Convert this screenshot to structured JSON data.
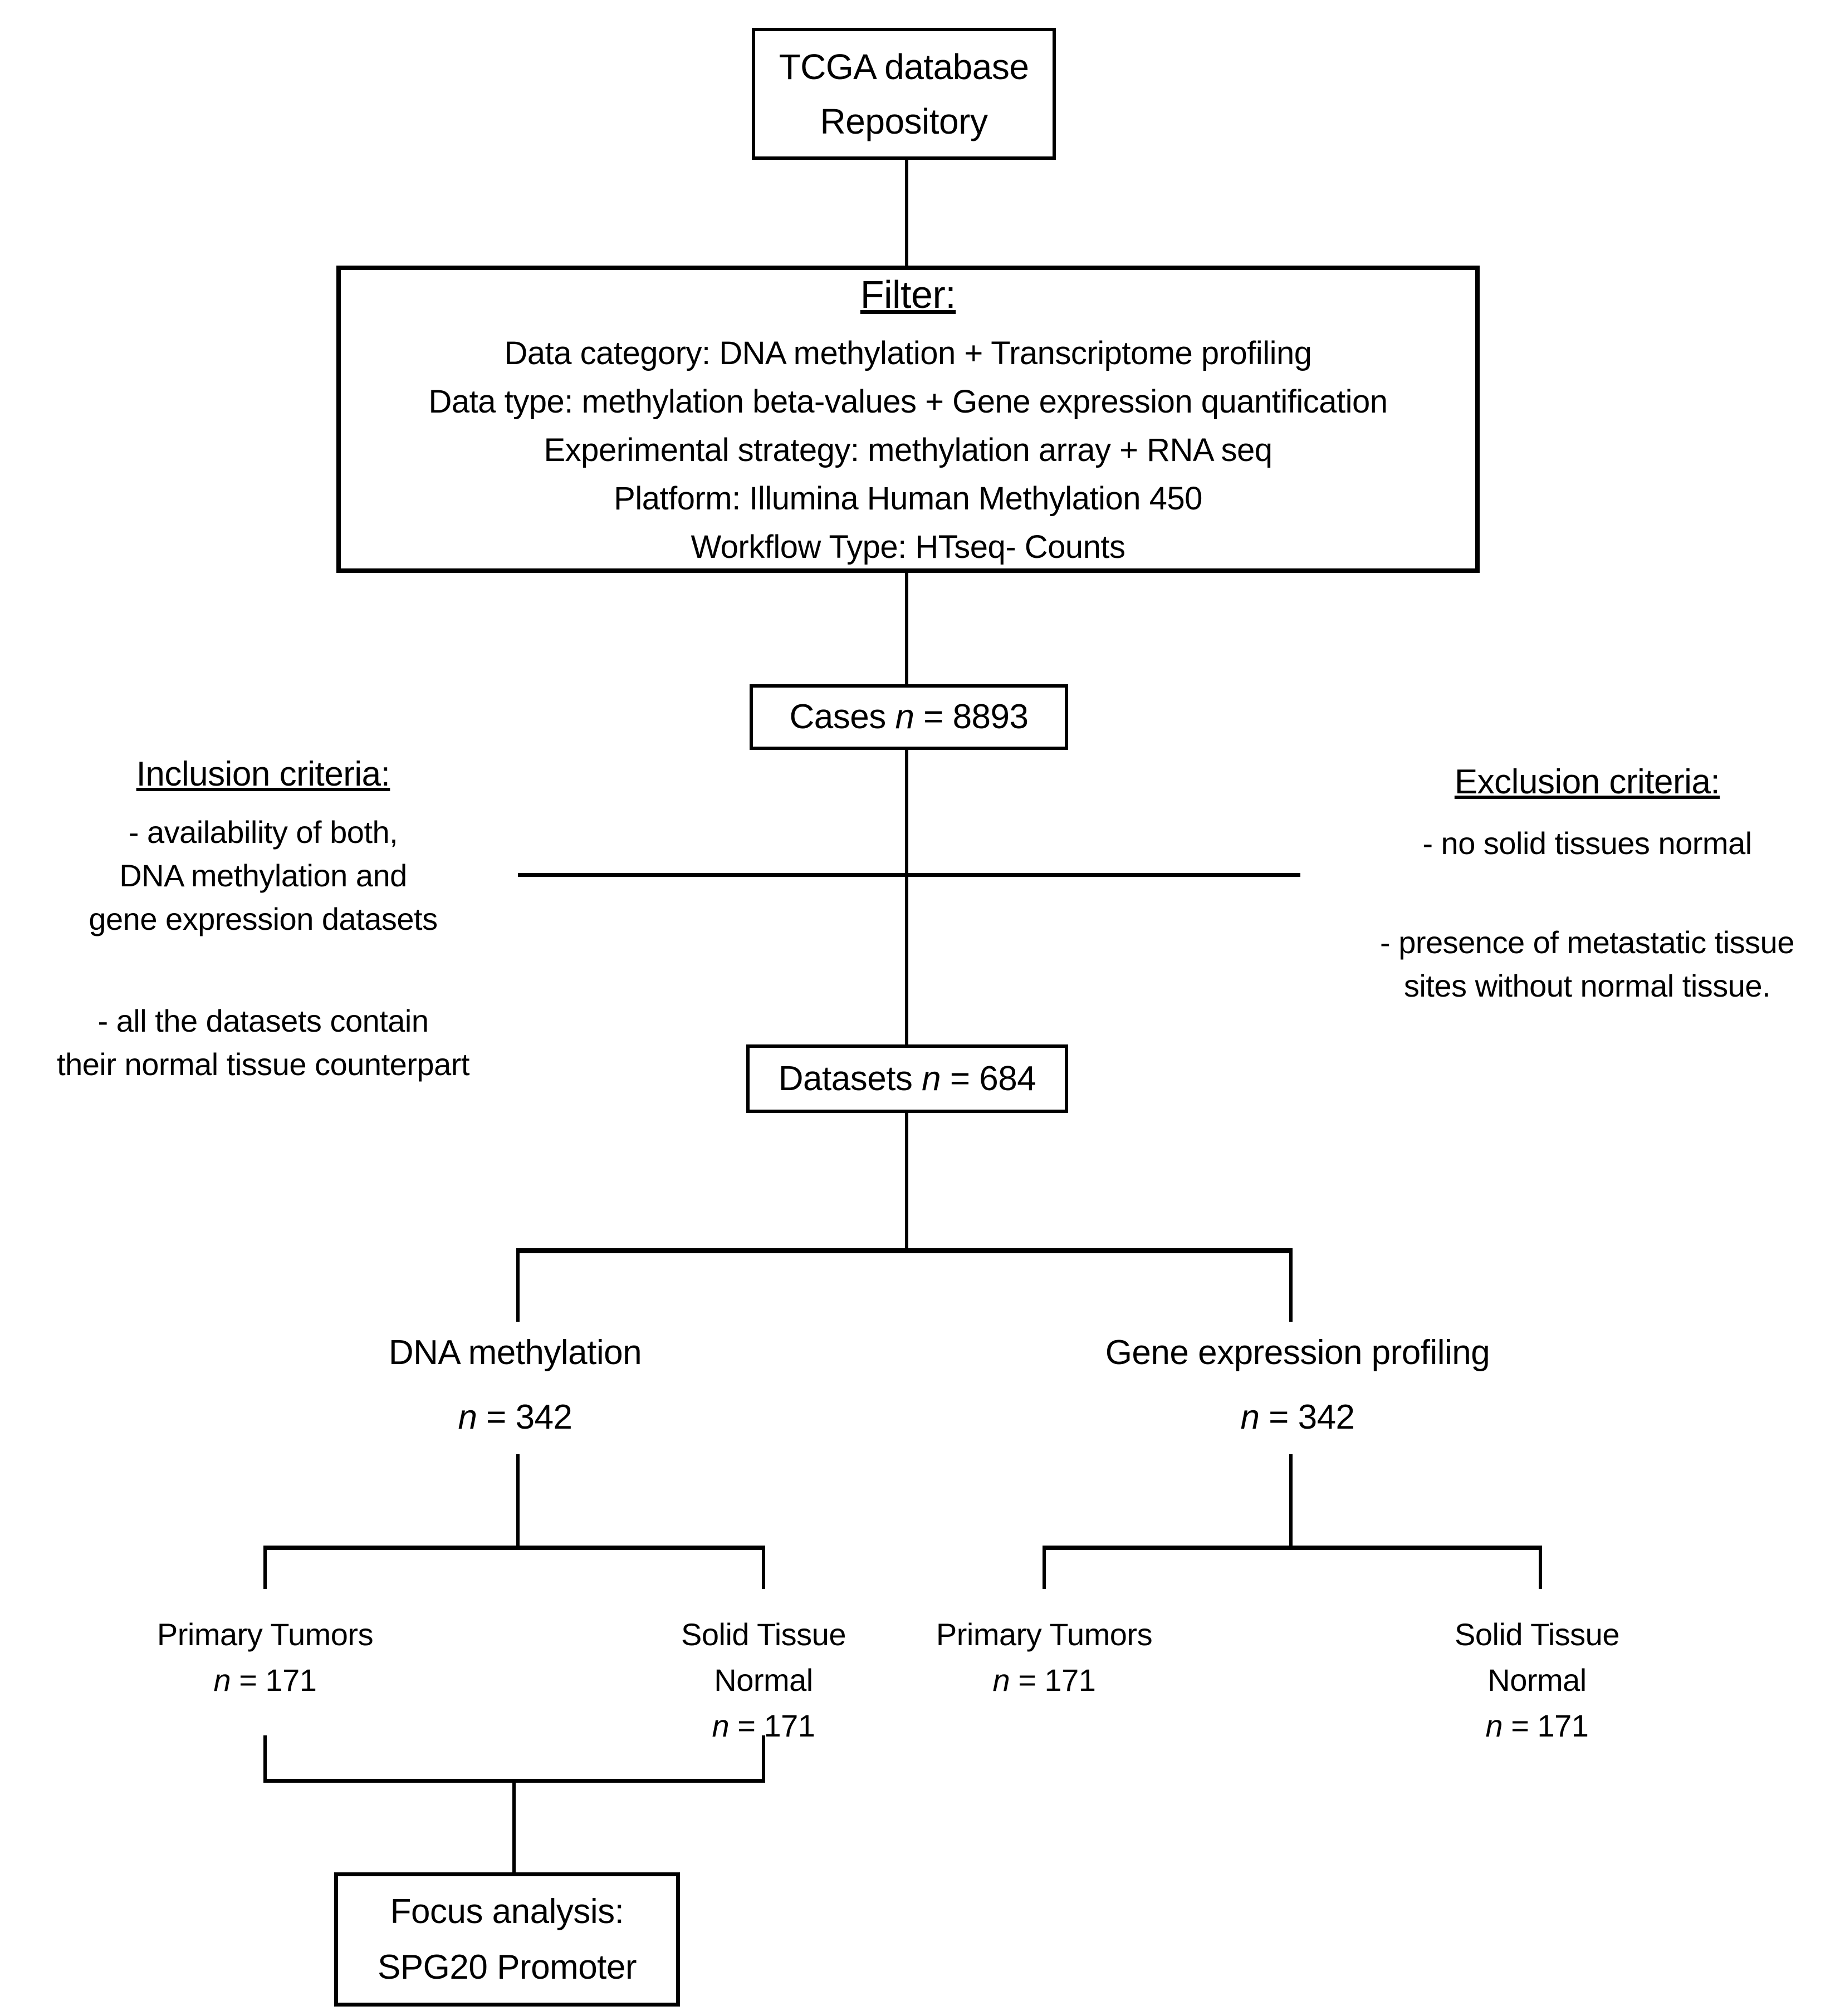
{
  "colors": {
    "ink": "#000000",
    "background": "#ffffff"
  },
  "diagram": {
    "tcga": {
      "line1": "TCGA database",
      "line2": "Repository"
    },
    "filter": {
      "title": "Filter:",
      "lines": [
        "Data category: DNA methylation + Transcriptome profiling",
        "Data type: methylation beta-values + Gene expression quantification",
        "Experimental strategy: methylation array + RNA seq",
        "Platform: Illumina Human Methylation 450",
        "Workflow Type: HTseq- Counts"
      ]
    },
    "cases": {
      "label": "Cases ",
      "var": "n",
      "rest": " = 8893"
    },
    "inclusion": {
      "title": "Inclusion criteria:",
      "item1_lines": [
        "- availability of both,",
        "DNA methylation and",
        "gene expression datasets"
      ],
      "item2_lines": [
        "- all the datasets contain",
        "their normal tissue counterpart"
      ]
    },
    "exclusion": {
      "title": "Exclusion criteria:",
      "item1_lines": [
        "- no solid tissues normal"
      ],
      "item2_lines": [
        "- presence of metastatic tissue",
        "sites without normal tissue."
      ]
    },
    "datasets": {
      "label": "Datasets ",
      "var": "n",
      "rest": " = 684"
    },
    "branch_left": {
      "label": "DNA methylation",
      "var": "n",
      "rest": " = 342"
    },
    "branch_right": {
      "label": "Gene expression profiling",
      "var": "n",
      "rest": " = 342"
    },
    "leaves": [
      {
        "line1": "Primary Tumors",
        "var": "n",
        "rest": " = 171"
      },
      {
        "line1": "Solid Tissue",
        "line2": "Normal",
        "var": "n",
        "rest": " = 171"
      },
      {
        "line1": "Primary Tumors",
        "var": "n",
        "rest": " = 171"
      },
      {
        "line1": "Solid Tissue",
        "line2": "Normal",
        "var": "n",
        "rest": " = 171"
      }
    ],
    "focus": {
      "line1": "Focus analysis:",
      "line2": "SPG20 Promoter"
    }
  }
}
